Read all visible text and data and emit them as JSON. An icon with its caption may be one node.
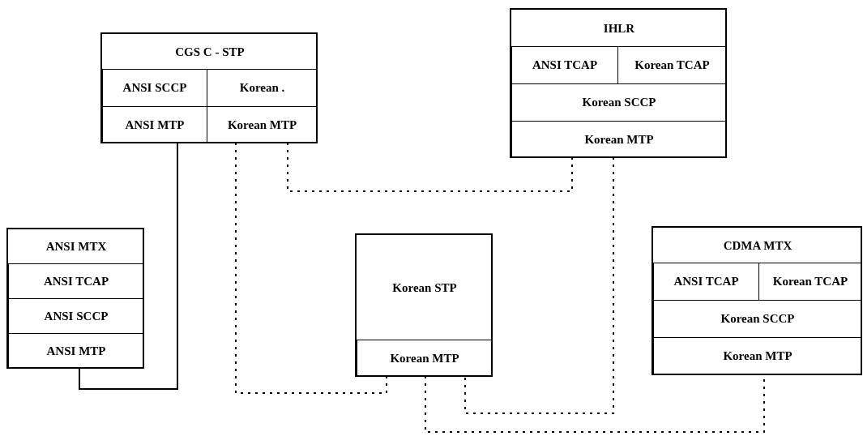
{
  "diagram": {
    "nodes": [
      {
        "text": [
          "CGS C - STP"
        ]
      },
      {
        "text": [
          "ANSI SCCP"
        ],
        "in": 0
      },
      {
        "text": [
          "Korean ."
        ],
        "in": 0
      },
      {
        "text": [
          "ANSI MTP"
        ],
        "in": 0
      },
      {
        "text": [
          "Korean MTP"
        ],
        "in": 0
      },
      {
        "text": [
          "IHLR"
        ]
      },
      {
        "text": [
          "ANSI TCAP"
        ],
        "in": 5
      },
      {
        "text": [
          "Korean TCAP"
        ],
        "in": 5
      },
      {
        "text": [
          "Korean SCCP"
        ],
        "in": 5
      },
      {
        "text": [
          "Korean MTP"
        ],
        "in": 5
      },
      {
        "text": [
          "ANSI MTX"
        ]
      },
      {
        "text": [
          "ANSI TCAP"
        ],
        "in": 10
      },
      {
        "text": [
          "ANSI SCCP"
        ],
        "in": 10
      },
      {
        "text": [
          "ANSI MTP"
        ],
        "in": 10
      },
      {
        "text": [
          "Korean STP"
        ]
      },
      {
        "text": [
          "Korean MTP"
        ],
        "in": 14
      },
      {
        "text": [
          "CDMA MTX"
        ]
      },
      {
        "text": [
          "ANSI TCAP"
        ],
        "in": 16
      },
      {
        "text": [
          "Korean TCAP"
        ],
        "in": 16
      },
      {
        "text": [
          "Korean SCCP"
        ],
        "in": 16
      },
      {
        "text": [
          "Korean MTP"
        ],
        "in": 16
      }
    ],
    "edges": [
      {
        "from": 13,
        "to": 3,
        "arrow": "none"
      },
      {
        "from": 4,
        "to": 15,
        "arrow": "none",
        "style": "dashed"
      },
      {
        "from": 4,
        "to": 9,
        "arrow": "none",
        "style": "dashed"
      },
      {
        "from": 9,
        "to": 15,
        "arrow": "none",
        "style": "dashed"
      },
      {
        "from": 15,
        "to": 20,
        "arrow": "none",
        "style": "dashed"
      }
    ]
  }
}
